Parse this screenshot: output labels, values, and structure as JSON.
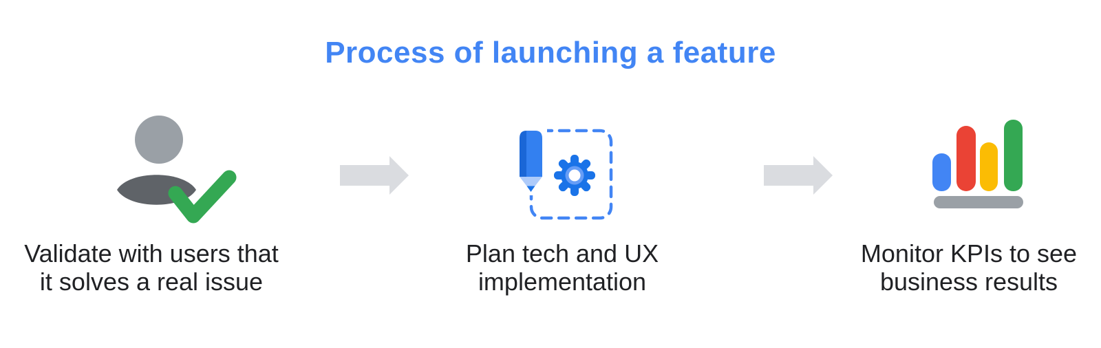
{
  "title": "Process of launching a feature",
  "steps": [
    {
      "icon": "user-validated-icon",
      "lines": [
        "Validate with users that",
        "it solves a real issue"
      ]
    },
    {
      "icon": "pencil-gear-icon",
      "lines": [
        "Plan tech and UX",
        "implementation"
      ]
    },
    {
      "icon": "kpi-bar-chart-icon",
      "lines": [
        "Monitor KPIs to see",
        "business results"
      ]
    }
  ],
  "colors": {
    "title_blue": "#4285F4",
    "text": "#202124",
    "arrow_gray": "#DADCE0",
    "head_gray": "#9AA0A6",
    "body_gray": "#5F6368",
    "check_green": "#34A853",
    "pencil_dark": "#1A66D6",
    "pencil_light": "#3380F0",
    "pencil_tip": "#AECBFA",
    "pencil_point": "#1A73E8",
    "gear_blue": "#1A73E8",
    "gear_ring": "#669DF6",
    "dash_blue": "#4285F4",
    "bar_blue": "#4285F4",
    "bar_red": "#EA4335",
    "bar_yellow": "#FBBC04",
    "bar_green": "#34A853",
    "base_gray": "#9AA0A6"
  }
}
